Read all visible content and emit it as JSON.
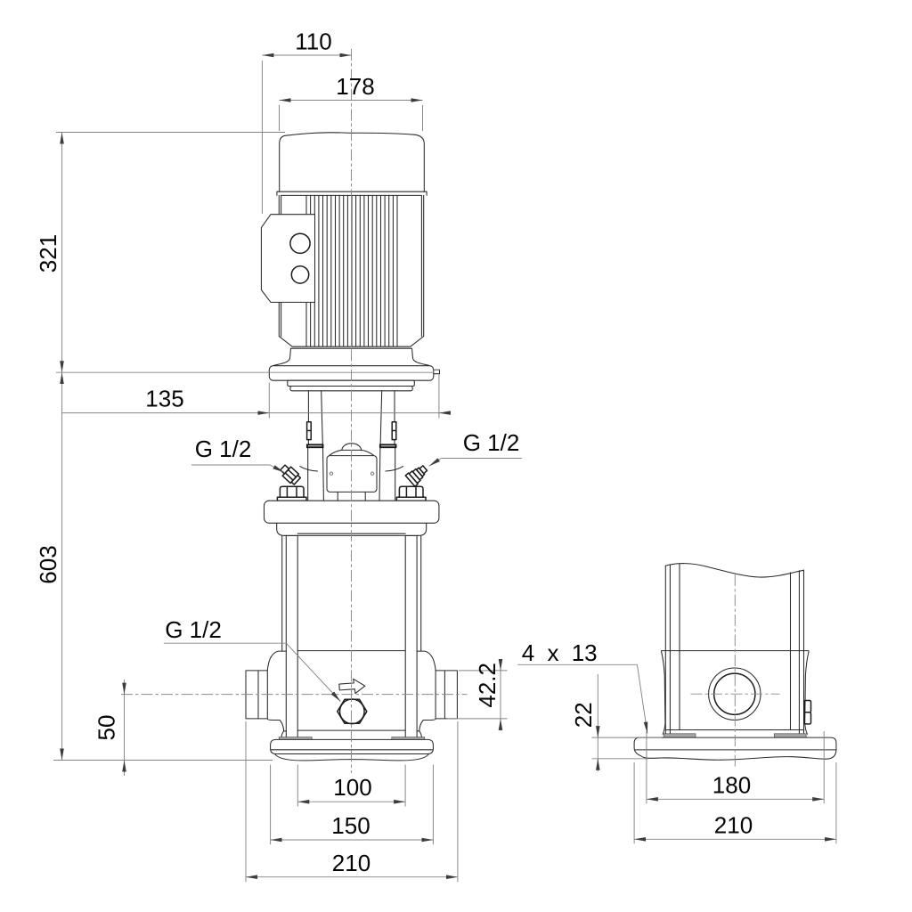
{
  "drawing": {
    "background": "#ffffff",
    "part_line_color": "#2a2a2a",
    "dimension_line_color": "#848484",
    "text_color": "#000000"
  },
  "front_view": {
    "dim_motor_top_width": "110",
    "dim_fan_cover_width": "178",
    "dim_motor_height": "321",
    "dim_motor_stool_width": "135",
    "dim_pump_height": "603",
    "label_plug_left": "G 1/2",
    "label_plug_right": "G 1/2",
    "label_drain_plug": "G 1/2",
    "dim_inlet_height": "50",
    "dim_port_flange": "42.2",
    "dim_chamber_width": "100",
    "dim_base_plate_width": "150",
    "dim_port_to_port": "210"
  },
  "side_view": {
    "label_bolt_holes": "4 x 13",
    "dim_base_plate_thickness": "22",
    "dim_bolt_hole_spacing": "180",
    "dim_base_plate_length": "210"
  }
}
